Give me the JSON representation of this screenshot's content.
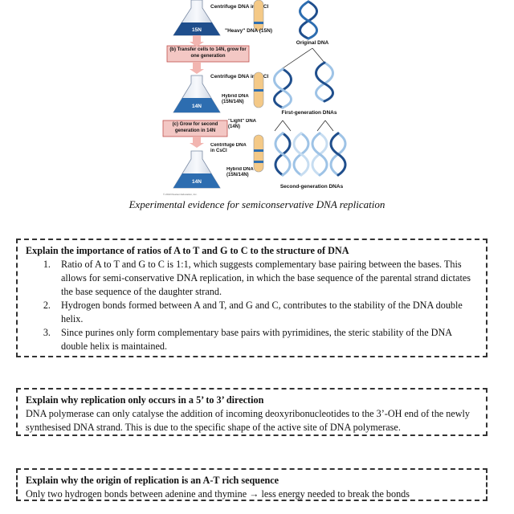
{
  "figure": {
    "centrifuge_label": "Centrifuge DNA in CsCl",
    "flask_n15": "15N",
    "flask_n14": "14N",
    "heavy_label": "\"Heavy\" DNA (15N)",
    "step_b": "(b) Transfer cells to 14N, grow for one generation",
    "hybrid_label": "Hybrid DNA (15N/14N)",
    "step_c": "(c) Grow for second generation in 14N",
    "light_label": "\"Light\" DNA (14N)",
    "original_dna": "Original DNA",
    "first_gen": "First-generation DNAs",
    "second_gen": "Second-generation DNAs",
    "copyright": "© 2013 Pearson Education, Inc."
  },
  "caption": "Experimental evidence for semiconservative DNA replication",
  "box1": {
    "title": "Explain the importance of ratios of A to T and G to C to the structure of DNA",
    "items": [
      "Ratio of A to T and G to C is 1:1, which suggests complementary base pairing between the bases. This allows for semi-conservative DNA replication, in which the base sequence of the parental strand dictates the base sequence of the daughter strand.",
      "Hydrogen bonds formed between A and T, and G and C, contributes to the stability of the DNA double helix.",
      "Since purines only form complementary base pairs with pyrimidines, the steric stability of the DNA double helix is maintained."
    ]
  },
  "box2": {
    "title": "Explain why replication only occurs in a 5’ to 3’ direction",
    "text": "DNA polymerase can only catalyse the addition of incoming deoxyribonucleotides to the 3’-OH end of the newly synthesised DNA strand. This is due to the specific shape of the active site of DNA polymerase."
  },
  "box3": {
    "title": "Explain why the origin of replication is an A-T rich sequence",
    "text": "Only two hydrogen bonds between adenine and thymine → less energy needed to break the bonds"
  },
  "colors": {
    "flask_heavy": "#1f4e8c",
    "flask_light": "#2d6db0",
    "tube_fill": "#f4c987",
    "band": "#2f6fb0",
    "step_box": "#f3c7c4",
    "step_border": "#c0504d",
    "arrow": "#f2b5b0"
  }
}
